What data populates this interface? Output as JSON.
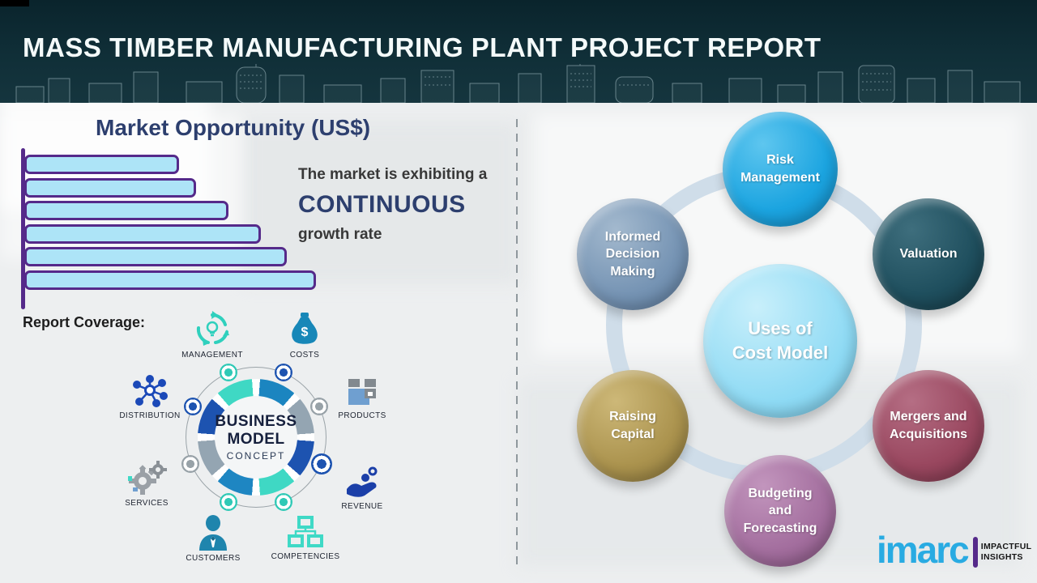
{
  "header": {
    "title": "MASS TIMBER MANUFACTURING PLANT PROJECT REPORT",
    "bg_color": "#102f38"
  },
  "market": {
    "title": "Market Opportunity (US$)",
    "note_line1": "The market is exhibiting a",
    "note_line2": "CONTINUOUS",
    "note_line3": "growth rate"
  },
  "chart_data": {
    "type": "bar",
    "orientation": "horizontal",
    "title": "Market Opportunity (US$)",
    "categories": [
      "",
      "",
      "",
      "",
      "",
      ""
    ],
    "values": [
      53,
      59,
      70,
      81,
      90,
      100
    ],
    "value_unit": "percent-of-longest-bar (no numeric axis shown)",
    "xlabel": "",
    "ylabel": "",
    "grid": false,
    "legend": false,
    "bar_fill": "#ade4f7",
    "bar_border": "#552a8a"
  },
  "report_coverage": {
    "label": "Report Coverage:",
    "center_title": "BUSINESS\nMODEL",
    "center_subtitle": "CONCEPT",
    "items": [
      {
        "label": "MANAGEMENT",
        "icon": "recycle-bulb-icon",
        "color": "#2fd0bd"
      },
      {
        "label": "COSTS",
        "icon": "money-bag-icon",
        "color": "#1787b8"
      },
      {
        "label": "DISTRIBUTION",
        "icon": "network-hub-icon",
        "color": "#1b49b8"
      },
      {
        "label": "PRODUCTS",
        "icon": "package-box-icon",
        "color": "#82898f"
      },
      {
        "label": "SERVICES",
        "icon": "gears-icon",
        "color": "#9aa0a6"
      },
      {
        "label": "REVENUE",
        "icon": "hand-coins-icon",
        "color": "#1b3fa8"
      },
      {
        "label": "CUSTOMERS",
        "icon": "person-icon",
        "color": "#1f85ad"
      },
      {
        "label": "COMPETENCIES",
        "icon": "org-chart-icon",
        "color": "#3fd9c6"
      }
    ]
  },
  "cost_model": {
    "center_label": "Uses of\nCost Model",
    "center_color": "#8edaf4",
    "bubbles": [
      {
        "label": "Risk\nManagement",
        "color": "#1ba4e0"
      },
      {
        "label": "Valuation",
        "color": "#1f4f5e"
      },
      {
        "label": "Informed\nDecision\nMaking",
        "color": "#7694b4"
      },
      {
        "label": "Raising\nCapital",
        "color": "#ab934e"
      },
      {
        "label": "Mergers and\nAcquisitions",
        "color": "#99475f"
      },
      {
        "label": "Budgeting\nand\nForecasting",
        "color": "#a36e9e"
      }
    ]
  },
  "logo": {
    "wordmark": "imarc",
    "tagline": "IMPACTFUL\nINSIGHTS",
    "color": "#29abe2"
  }
}
